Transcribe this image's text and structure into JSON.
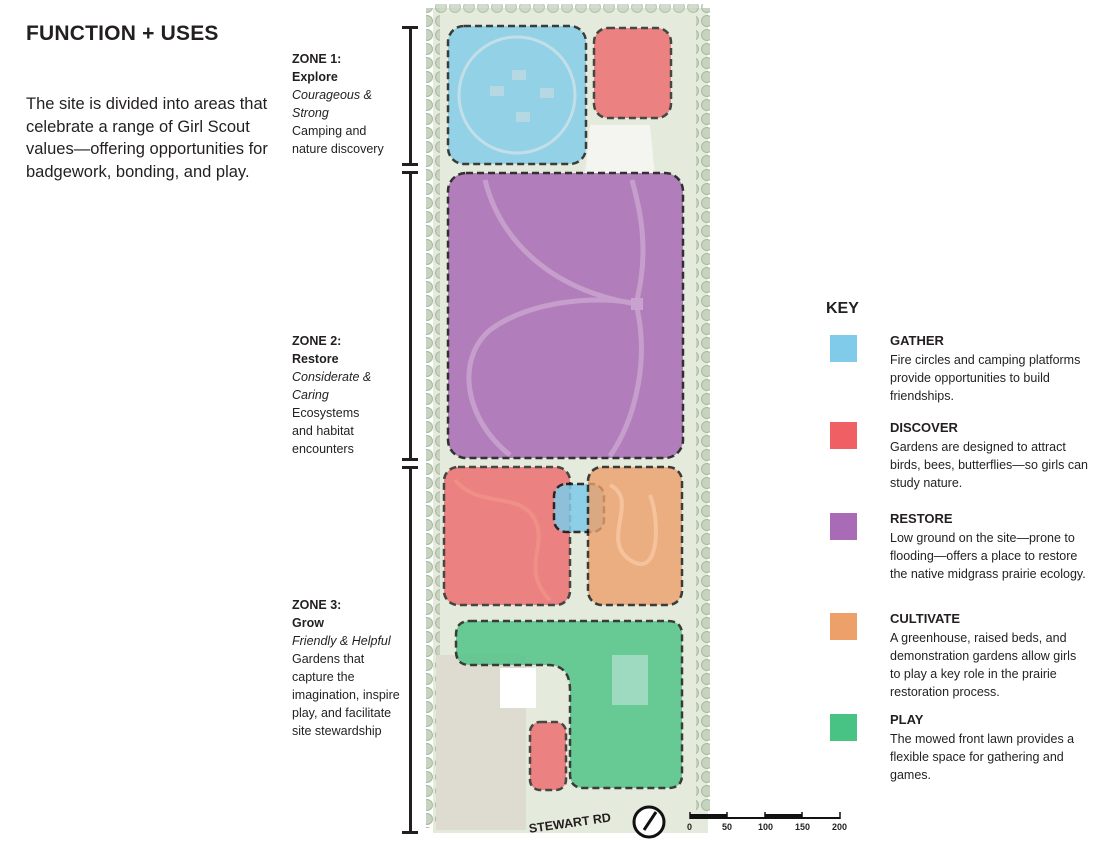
{
  "title": "FUNCTION + USES",
  "intro": "The site is divided into areas that celebrate a range of Girl Scout values—offering opportunities for badgework, bonding, and play.",
  "zones": [
    {
      "title": "ZONE 1:",
      "name": "Explore",
      "value_line1": "Courageous &",
      "value_line2": "Strong",
      "desc_line1": "Camping and",
      "desc_line2": "nature discovery"
    },
    {
      "title": "ZONE 2:",
      "name": "Restore",
      "value_line1": "Considerate &",
      "value_line2": "Caring",
      "desc_line1": "Ecosystems",
      "desc_line2": "and habitat",
      "desc_line3": "encounters"
    },
    {
      "title": "ZONE 3:",
      "name": "Grow",
      "value_line1": "Friendly & Helpful",
      "desc_line1": "Gardens that",
      "desc_line2": "capture the",
      "desc_line3": "imagination, inspire",
      "desc_line4": "play, and facilitate",
      "desc_line5": "site stewardship"
    }
  ],
  "key": {
    "title": "KEY",
    "items": [
      {
        "label": "GATHER",
        "color": "#7fcbe9",
        "desc": "Fire circles and camping platforms provide opportunities to build friendships."
      },
      {
        "label": "DISCOVER",
        "color": "#ef5f63",
        "desc": "Gardens are designed to attract birds, bees, butterflies—so girls can study nature."
      },
      {
        "label": "RESTORE",
        "color": "#a96bb5",
        "desc": "Low ground on the site—prone to flooding—offers a place to restore the native midgrass prairie ecology."
      },
      {
        "label": "CULTIVATE",
        "color": "#eda06a",
        "desc": "A greenhouse, raised beds, and demonstration gardens allow girls to play a key role in the prairie restoration process."
      },
      {
        "label": "PLAY",
        "color": "#49c383",
        "desc": "The mowed front lawn provides a flexible space for gathering and games."
      }
    ]
  },
  "road": "STEWART RD",
  "scale": [
    "0",
    "50",
    "100",
    "150",
    "200"
  ]
}
